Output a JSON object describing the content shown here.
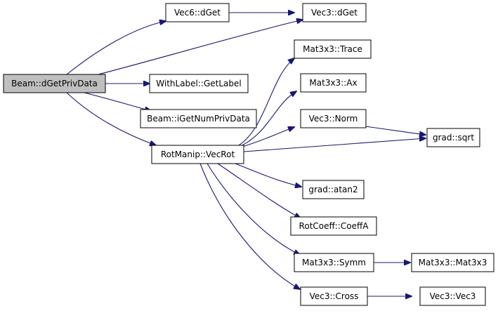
{
  "graph": {
    "nodes": [
      {
        "id": "beam_dgetprivdata",
        "label": "Beam::dGetPrivData",
        "root": true
      },
      {
        "id": "vec6_dget",
        "label": "Vec6::dGet"
      },
      {
        "id": "vec3_dget",
        "label": "Vec3::dGet"
      },
      {
        "id": "withlabel_getlabel",
        "label": "WithLabel::GetLabel"
      },
      {
        "id": "beam_igetnumprivdata",
        "label": "Beam::iGetNumPrivData"
      },
      {
        "id": "rotmanip_vecrot",
        "label": "RotManip::VecRot"
      },
      {
        "id": "mat3x3_trace",
        "label": "Mat3x3::Trace"
      },
      {
        "id": "mat3x3_ax",
        "label": "Mat3x3::Ax"
      },
      {
        "id": "vec3_norm",
        "label": "Vec3::Norm"
      },
      {
        "id": "grad_sqrt",
        "label": "grad::sqrt"
      },
      {
        "id": "grad_atan2",
        "label": "grad::atan2"
      },
      {
        "id": "rotcoeff_coeffa",
        "label": "RotCoeff::CoeffA"
      },
      {
        "id": "mat3x3_symm",
        "label": "Mat3x3::Symm"
      },
      {
        "id": "mat3x3_mat3x3",
        "label": "Mat3x3::Mat3x3"
      },
      {
        "id": "vec3_cross",
        "label": "Vec3::Cross"
      },
      {
        "id": "vec3_vec3",
        "label": "Vec3::Vec3"
      }
    ],
    "edges": [
      {
        "from": "beam_dgetprivdata",
        "to": "vec6_dget"
      },
      {
        "from": "beam_dgetprivdata",
        "to": "vec3_dget"
      },
      {
        "from": "beam_dgetprivdata",
        "to": "withlabel_getlabel"
      },
      {
        "from": "beam_dgetprivdata",
        "to": "beam_igetnumprivdata"
      },
      {
        "from": "beam_dgetprivdata",
        "to": "rotmanip_vecrot"
      },
      {
        "from": "vec6_dget",
        "to": "vec3_dget"
      },
      {
        "from": "rotmanip_vecrot",
        "to": "mat3x3_trace"
      },
      {
        "from": "rotmanip_vecrot",
        "to": "mat3x3_ax"
      },
      {
        "from": "rotmanip_vecrot",
        "to": "vec3_norm"
      },
      {
        "from": "rotmanip_vecrot",
        "to": "grad_sqrt"
      },
      {
        "from": "vec3_norm",
        "to": "grad_sqrt"
      },
      {
        "from": "rotmanip_vecrot",
        "to": "grad_atan2"
      },
      {
        "from": "rotmanip_vecrot",
        "to": "rotcoeff_coeffa"
      },
      {
        "from": "rotmanip_vecrot",
        "to": "mat3x3_symm"
      },
      {
        "from": "mat3x3_symm",
        "to": "mat3x3_mat3x3"
      },
      {
        "from": "rotmanip_vecrot",
        "to": "vec3_cross"
      },
      {
        "from": "vec3_cross",
        "to": "vec3_vec3"
      }
    ]
  }
}
